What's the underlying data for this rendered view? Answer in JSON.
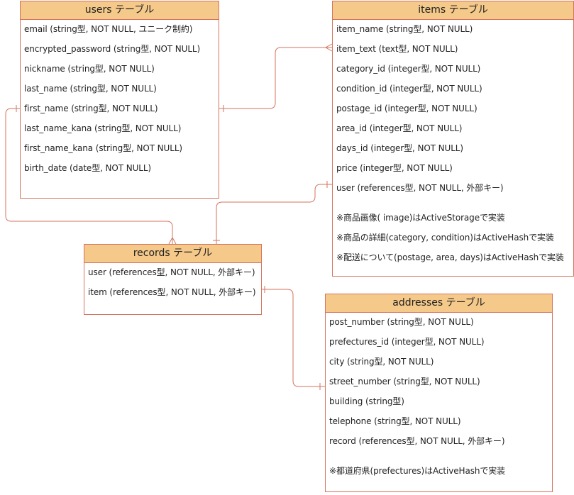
{
  "tables": {
    "users": {
      "title": "users テーブル",
      "rows": [
        "email (string型, NOT NULL, ユニーク制約)",
        "encrypted_password (string型, NOT NULL)",
        "nickname (string型, NOT NULL)",
        "last_name (string型, NOT NULL)",
        "first_name (string型, NOT NULL)",
        "last_name_kana (string型, NOT NULL)",
        "first_name_kana (string型, NOT NULL)",
        "birth_date (date型, NOT NULL)"
      ]
    },
    "items": {
      "title": "items テーブル",
      "rows": [
        "item_name (string型, NOT NULL)",
        "item_text (text型, NOT NULL)",
        "category_id (integer型, NOT NULL)",
        "condition_id (integer型, NOT NULL)",
        "postage_id (integer型, NOT NULL)",
        "area_id (integer型, NOT NULL)",
        "days_id (integer型, NOT NULL)",
        "price (integer型, NOT NULL)",
        "user (references型, NOT NULL, 外部キー)"
      ],
      "notes": [
        "※商品画像( image)はActiveStorageで実装",
        "※商品の詳細(category, condition)はActiveHashで実装",
        "※配送について(postage, area, days)はActiveHashで実装"
      ]
    },
    "records": {
      "title": "records テーブル",
      "rows": [
        "user (references型, NOT NULL, 外部キー)",
        "item (references型, NOT NULL, 外部キー)"
      ]
    },
    "addresses": {
      "title": "addresses テーブル",
      "rows": [
        "post_number (string型, NOT NULL)",
        "prefectures_id (integer型, NOT NULL)",
        "city (string型, NOT NULL)",
        "street_number (string型, NOT NULL)",
        "building (string型)",
        "telephone (string型, NOT NULL)",
        "record (references型, NOT NULL, 外部キー)"
      ],
      "notes": [
        "※都道府県(prefectures)はActiveHashで実装"
      ]
    }
  },
  "colors": {
    "header_fill": "#f5c98a",
    "border": "#d4735e",
    "text": "#222222"
  }
}
